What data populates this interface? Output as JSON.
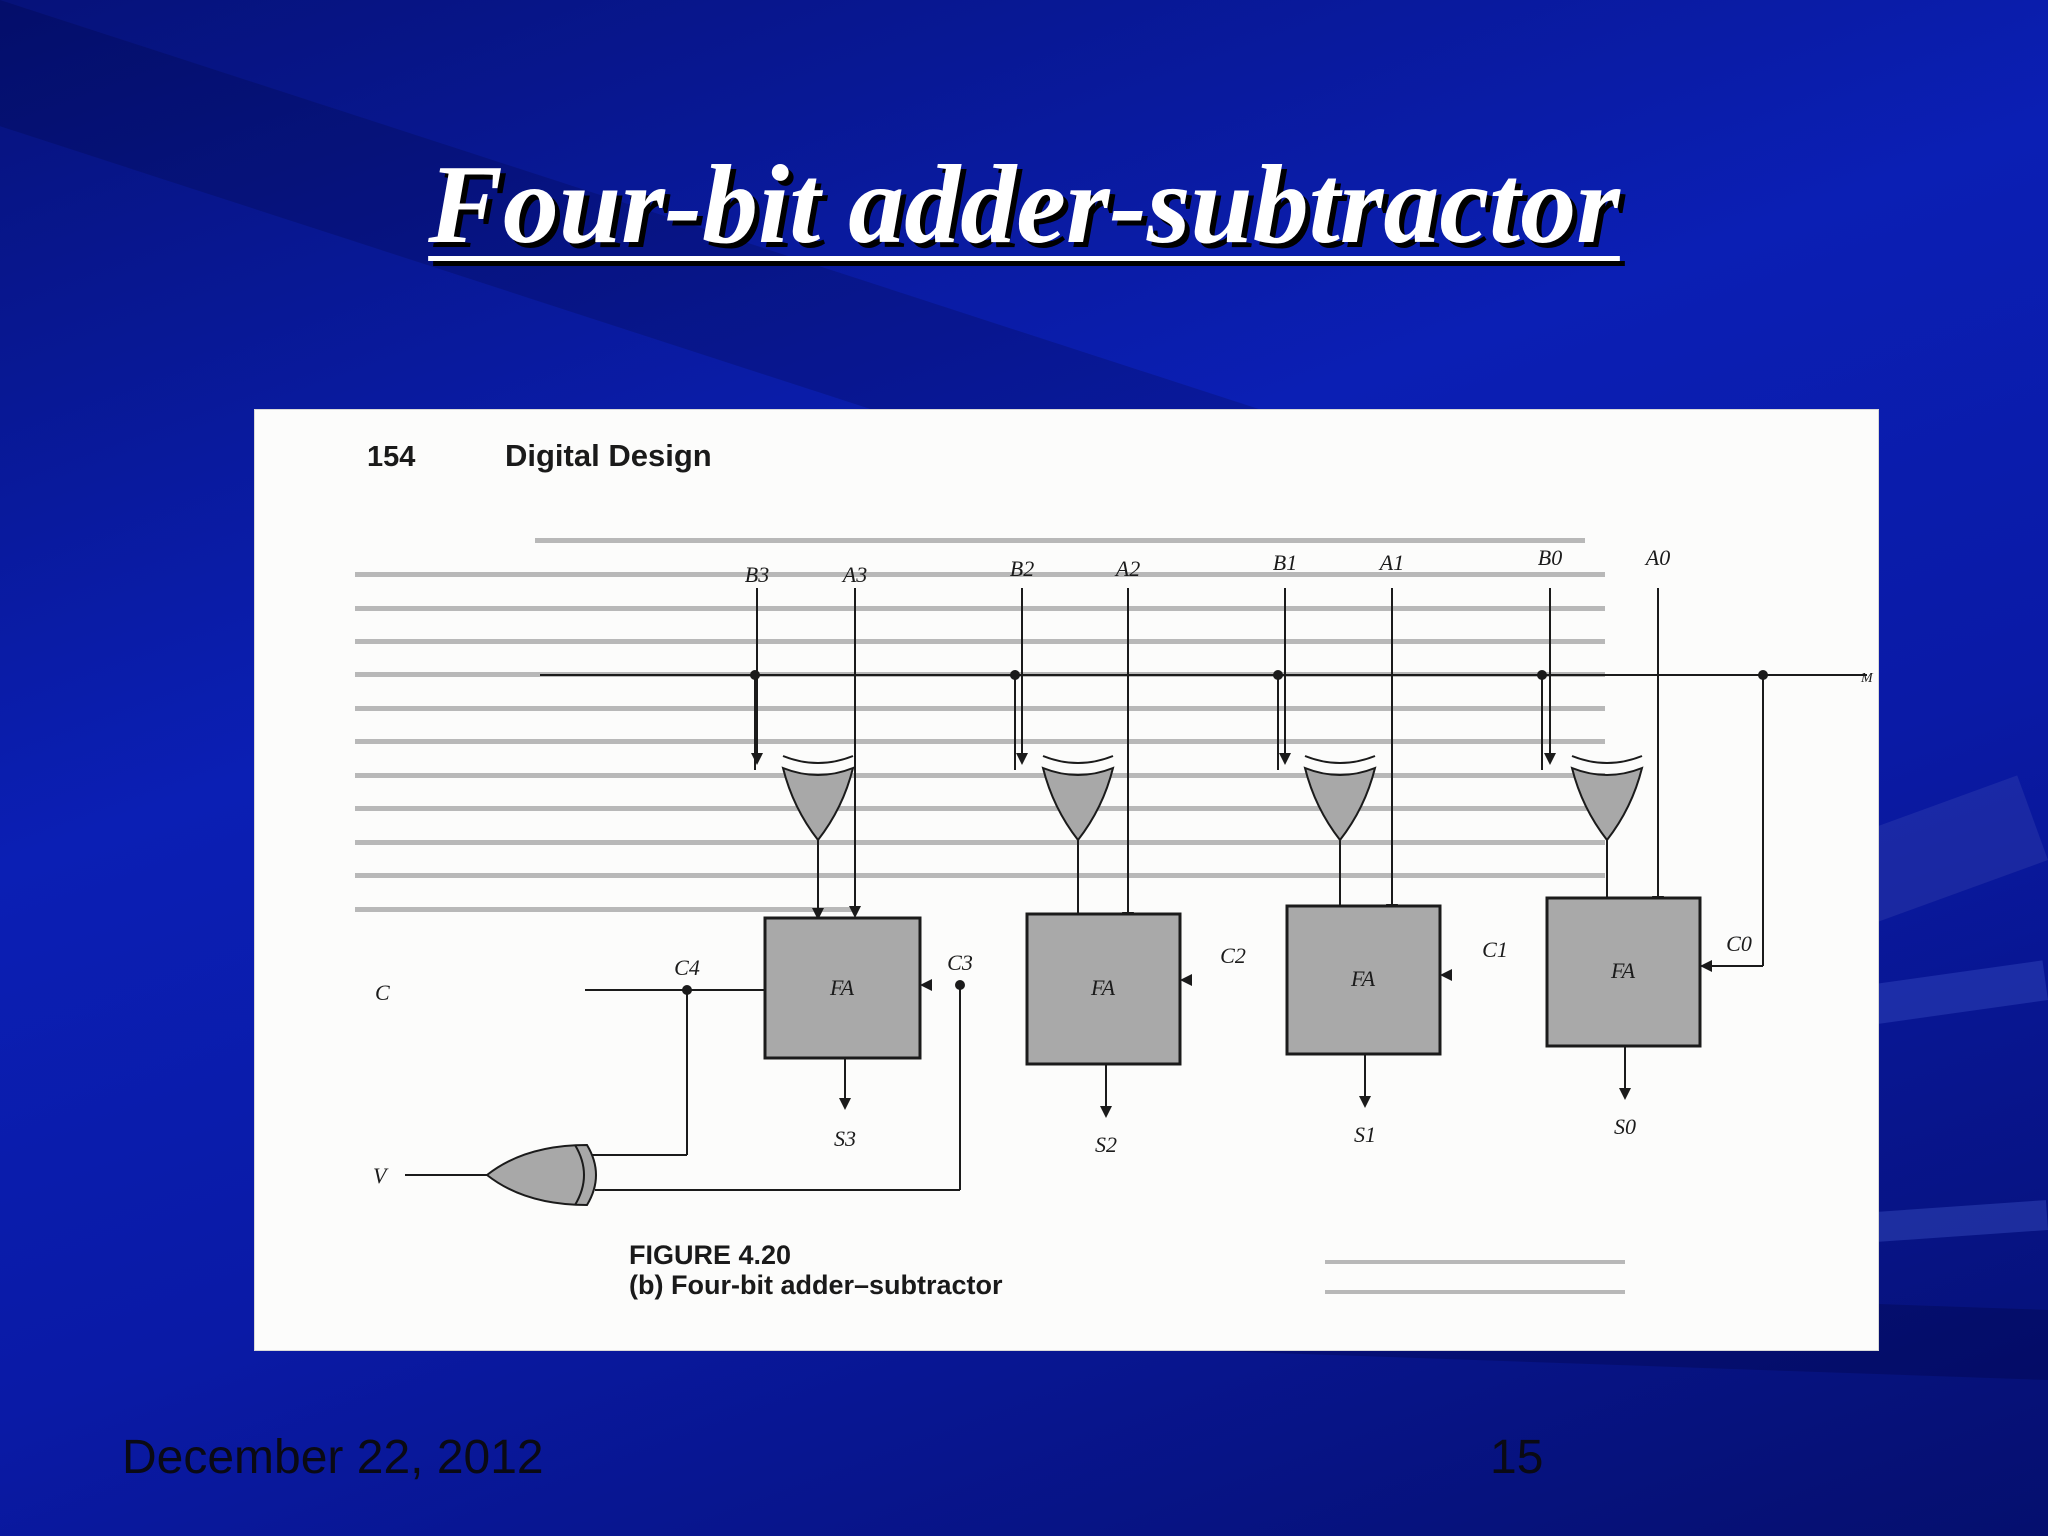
{
  "slide": {
    "title": "Four-bit adder-subtractor",
    "date": "December 22, 2012",
    "number": "15"
  },
  "figure": {
    "page_number": "154",
    "book_title": "Digital Design",
    "label": "FIGURE 4.20",
    "caption": "(b) Four-bit adder–subtractor",
    "inputs_b": [
      "B3",
      "B2",
      "B1",
      "B0"
    ],
    "inputs_a": [
      "A3",
      "A2",
      "A1",
      "A0"
    ],
    "carries": [
      "C4",
      "C3",
      "C2",
      "C1",
      "C0"
    ],
    "sums": [
      "S3",
      "S2",
      "S1",
      "S0"
    ],
    "block_label": "FA",
    "mode_input": "M",
    "carry_out": "C",
    "overflow": "V"
  },
  "colors": {
    "slide_blue": "#0a1aa8",
    "title_text": "#ffffff",
    "gate_fill": "#a8a8a8"
  }
}
